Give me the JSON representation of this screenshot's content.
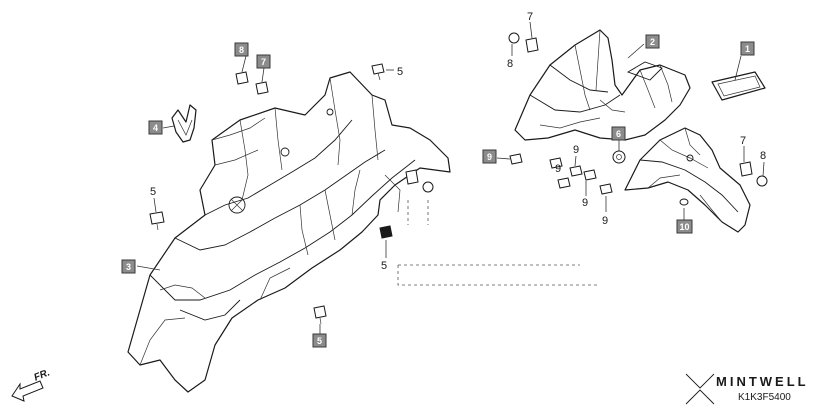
{
  "diagram": {
    "callouts": [
      {
        "label": "1",
        "style": "box"
      },
      {
        "label": "2",
        "style": "box"
      },
      {
        "label": "3",
        "style": "box"
      },
      {
        "label": "4",
        "style": "box"
      },
      {
        "label": "5",
        "style": "box"
      },
      {
        "label": "6",
        "style": "box"
      },
      {
        "label": "7",
        "style": "box"
      },
      {
        "label": "8",
        "style": "box"
      },
      {
        "label": "9",
        "style": "box"
      },
      {
        "label": "10",
        "style": "box"
      }
    ],
    "plain_labels": [
      "5",
      "5",
      "5",
      "7",
      "8",
      "7",
      "8",
      "9",
      "9",
      "9",
      "9"
    ]
  },
  "footer": {
    "direction_label": "FR.",
    "brand": "MINTWELL",
    "drawing_code": "K1K3F5400"
  },
  "colors": {
    "callout_fill": "#8c8c8c",
    "line": "#1a1a1a"
  }
}
